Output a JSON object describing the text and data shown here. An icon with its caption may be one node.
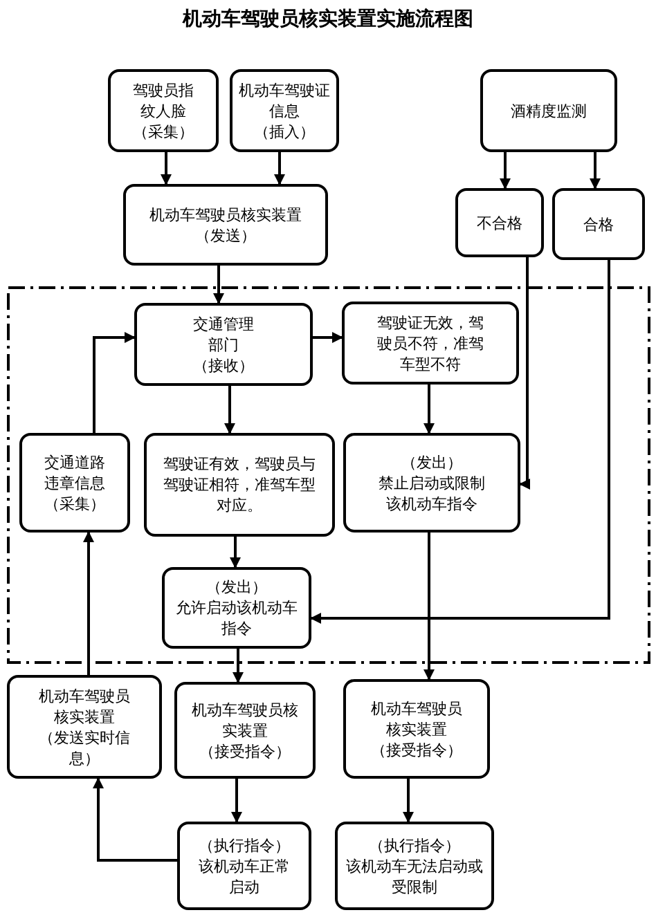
{
  "diagram": {
    "title": "机动车驾驶员核实装置实施流程图",
    "nodes": [
      {
        "text": [
          "驾驶员指纹人脸",
          "（采集）"
        ]
      },
      {
        "text": [
          "机动车驾驶证信息",
          "（插入）"
        ]
      },
      {
        "text": [
          "酒精度监测"
        ]
      },
      {
        "text": [
          "机动车驾驶员核实装置",
          "（发送）"
        ]
      },
      {
        "text": [
          "不合格"
        ]
      },
      {
        "text": [
          "合格"
        ]
      },
      {
        "text": [],
        "shape": "box"
      },
      {
        "text": [
          "交通管理部门",
          "（接收）"
        ],
        "in": 6
      },
      {
        "text": [
          "驾驶证无效，驾驶员不符，准驾车型不符"
        ],
        "in": 6
      },
      {
        "text": [
          "交通道路违章信息",
          "（采集）"
        ],
        "in": 6
      },
      {
        "text": [
          "驾驶证有效，驾驶员与驾驶证相符，准驾车型对应。"
        ],
        "in": 6
      },
      {
        "text": [
          "（发出）",
          "禁止启动或限制该机动车指令"
        ],
        "in": 6
      },
      {
        "text": [
          "（发出）",
          "允许启动该机动车指令"
        ],
        "in": 6
      },
      {
        "text": [
          "机动车驾驶员核实装置",
          "（发送实时信息）"
        ]
      },
      {
        "text": [
          "机动车驾驶员核实装置",
          "（接受指令）"
        ]
      },
      {
        "text": [
          "机动车驾驶员核实装置",
          "（接受指令）"
        ]
      },
      {
        "text": [
          "（执行指令）",
          "该机动车正常启动"
        ]
      },
      {
        "text": [
          "（执行指令）",
          "该机动车无法启动或受限制"
        ]
      }
    ],
    "edges": [
      {
        "from": 0,
        "to": 3,
        "arrow": "to"
      },
      {
        "from": 1,
        "to": 3,
        "arrow": "to"
      },
      {
        "from": 2,
        "to": 4,
        "arrow": "to"
      },
      {
        "from": 2,
        "to": 5,
        "arrow": "to"
      },
      {
        "from": 3,
        "to": 7,
        "arrow": "to"
      },
      {
        "from": 7,
        "to": 8,
        "arrow": "to"
      },
      {
        "from": 8,
        "to": 11,
        "arrow": "to"
      },
      {
        "from": 7,
        "to": 10,
        "arrow": "to"
      },
      {
        "from": 10,
        "to": 12,
        "arrow": "to"
      },
      {
        "from": 4,
        "to": 11,
        "arrow": "to"
      },
      {
        "from": 5,
        "to": 12,
        "arrow": "to"
      },
      {
        "from": 9,
        "to": 7,
        "arrow": "to"
      },
      {
        "from": 13,
        "to": 9,
        "arrow": "to"
      },
      {
        "from": 12,
        "to": 14,
        "arrow": "to"
      },
      {
        "from": 11,
        "to": 15,
        "arrow": "to"
      },
      {
        "from": 14,
        "to": 16,
        "arrow": "to"
      },
      {
        "from": 16,
        "to": 13,
        "arrow": "to"
      },
      {
        "from": 15,
        "to": 17,
        "arrow": "to"
      }
    ]
  }
}
